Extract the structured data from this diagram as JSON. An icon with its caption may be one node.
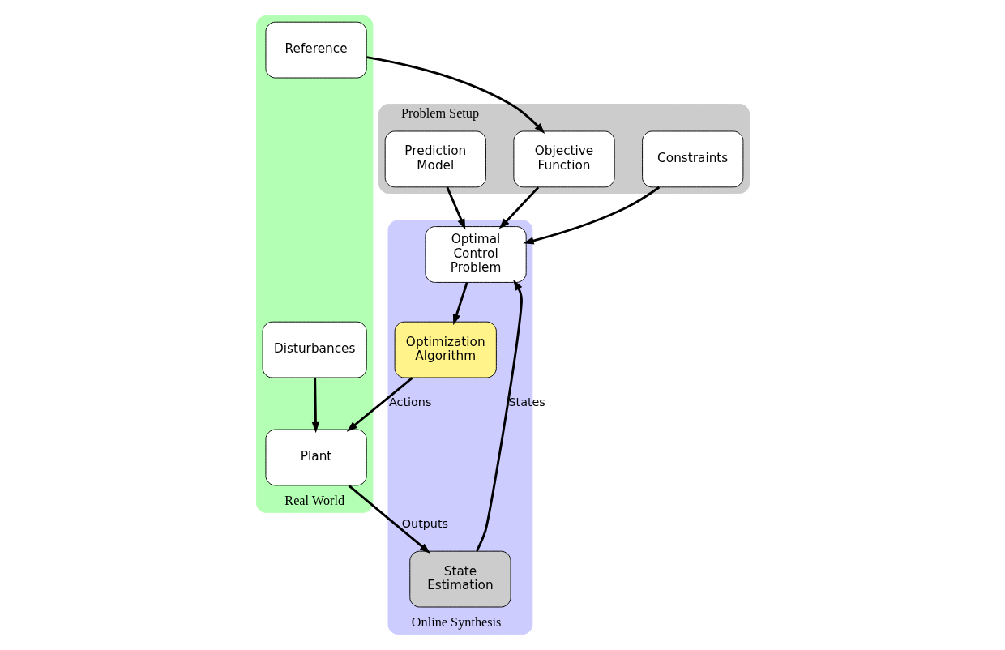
{
  "diagram": {
    "nodes": [
      {
        "text": [
          "Problem Setup"
        ]
      },
      {
        "text": [
          "Prediction Model"
        ],
        "in": 0
      },
      {
        "text": [
          "Objective Function"
        ],
        "in": 0
      },
      {
        "text": [
          "Constraints"
        ],
        "in": 0
      },
      {
        "text": [
          "Online Synthesis"
        ]
      },
      {
        "text": [
          "Optimal Control Problem"
        ],
        "in": 4
      },
      {
        "text": [
          "Optimization Algorithm"
        ],
        "in": 4
      },
      {
        "text": [
          "State Estimation"
        ],
        "in": 4
      },
      {
        "text": [
          "Real World"
        ]
      },
      {
        "text": [
          "Reference"
        ],
        "in": 8
      },
      {
        "text": [
          "Disturbances"
        ],
        "in": 8
      },
      {
        "text": [
          "Plant"
        ],
        "in": 8
      }
    ],
    "edges": [
      {
        "from": 9,
        "to": 2,
        "arrow": "to"
      },
      {
        "from": 1,
        "to": 5,
        "arrow": "to"
      },
      {
        "from": 2,
        "to": 5,
        "arrow": "to"
      },
      {
        "from": 3,
        "to": 5,
        "arrow": "to"
      },
      {
        "from": 5,
        "to": 6,
        "arrow": "to"
      },
      {
        "from": 6,
        "to": 11,
        "arrow": "to",
        "label": "Actions"
      },
      {
        "from": 10,
        "to": 11,
        "arrow": "to"
      },
      {
        "from": 11,
        "to": 7,
        "arrow": "to",
        "label": "Outputs"
      },
      {
        "from": 7,
        "to": 5,
        "arrow": "to",
        "label": "States"
      }
    ]
  }
}
